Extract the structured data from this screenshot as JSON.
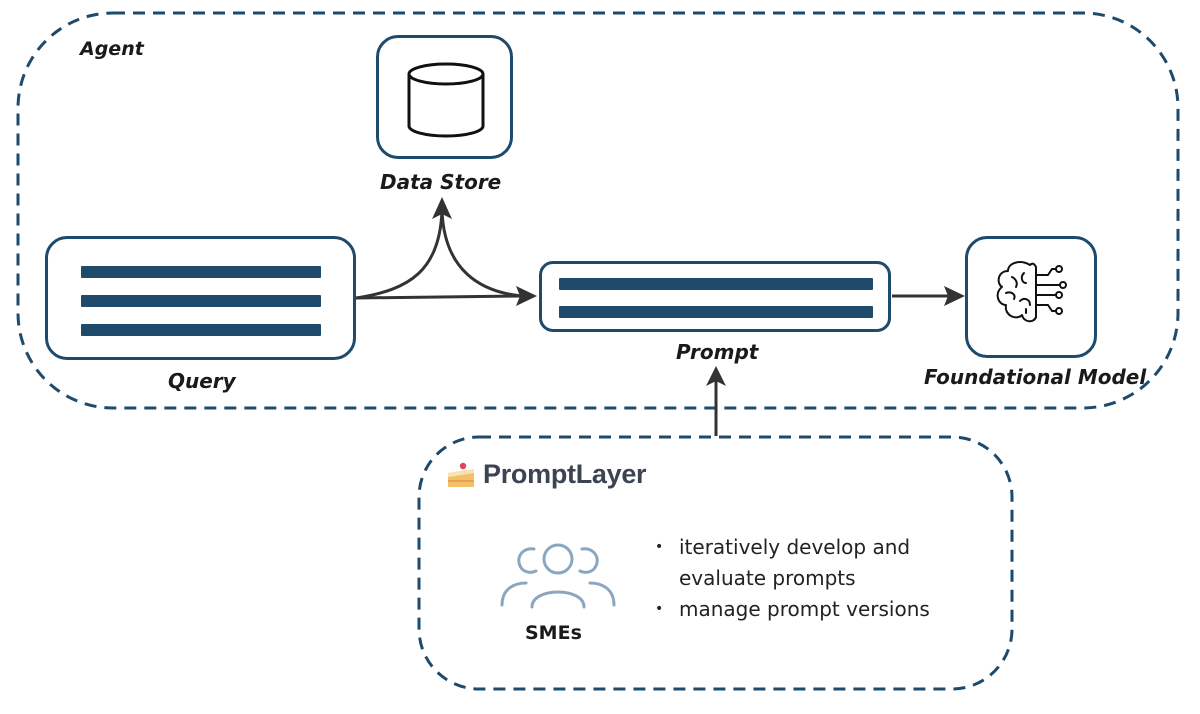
{
  "agent": {
    "label": "Agent"
  },
  "nodes": {
    "data_store": {
      "label": "Data Store",
      "icon": "database-icon"
    },
    "query": {
      "label": "Query",
      "icon": "text-lines-icon"
    },
    "prompt": {
      "label": "Prompt",
      "icon": "text-lines-icon"
    },
    "foundational_model": {
      "label": "Foundational Model",
      "icon": "ai-brain-icon"
    }
  },
  "promptlayer": {
    "brand": "PromptLayer",
    "logo_icon": "cake-icon",
    "sme_label": "SMEs",
    "sme_icon": "people-group-icon",
    "bullets": [
      "iteratively develop and evaluate prompts",
      "manage prompt versions"
    ]
  },
  "colors": {
    "accent": "#1e4a6b",
    "arrow": "#333333",
    "sme_icon": "#8aa6c1"
  }
}
